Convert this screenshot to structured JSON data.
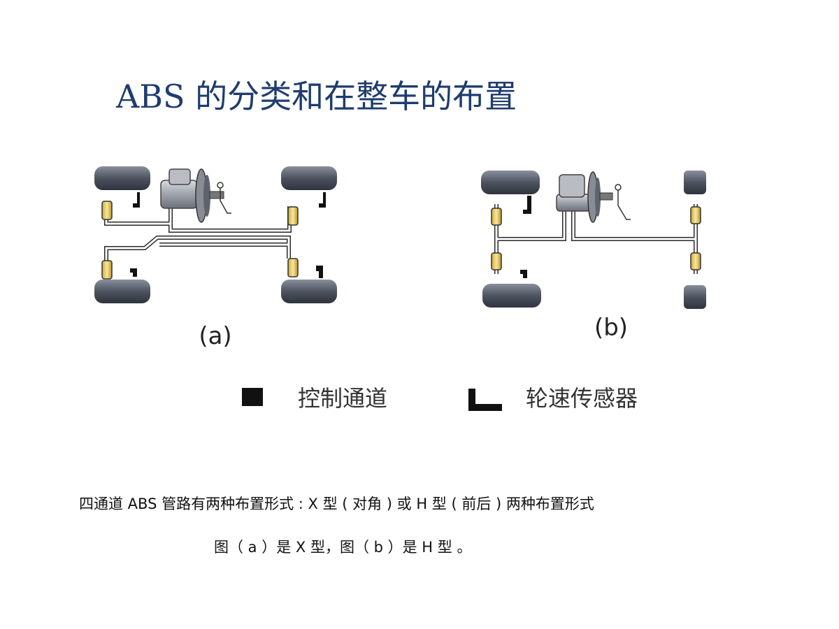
{
  "slide": {
    "title": "ABS 的分类和在整车的布置",
    "caption_line1": "四通道 ABS 管路有两种布置形式 : X 型 ( 对角 ) 或 H 型 ( 前后 )  两种布置形式",
    "caption_line2": "图（ a ）是 X 型，图（ b ）是 H 型 。"
  },
  "diagram": {
    "panel_a_label": "(a)",
    "panel_b_label": "(b)",
    "legend": [
      {
        "icon": "control-channel-square-icon",
        "label": "控制通道"
      },
      {
        "icon": "wheel-speed-sensor-icon",
        "label": "轮速传感器"
      }
    ]
  }
}
